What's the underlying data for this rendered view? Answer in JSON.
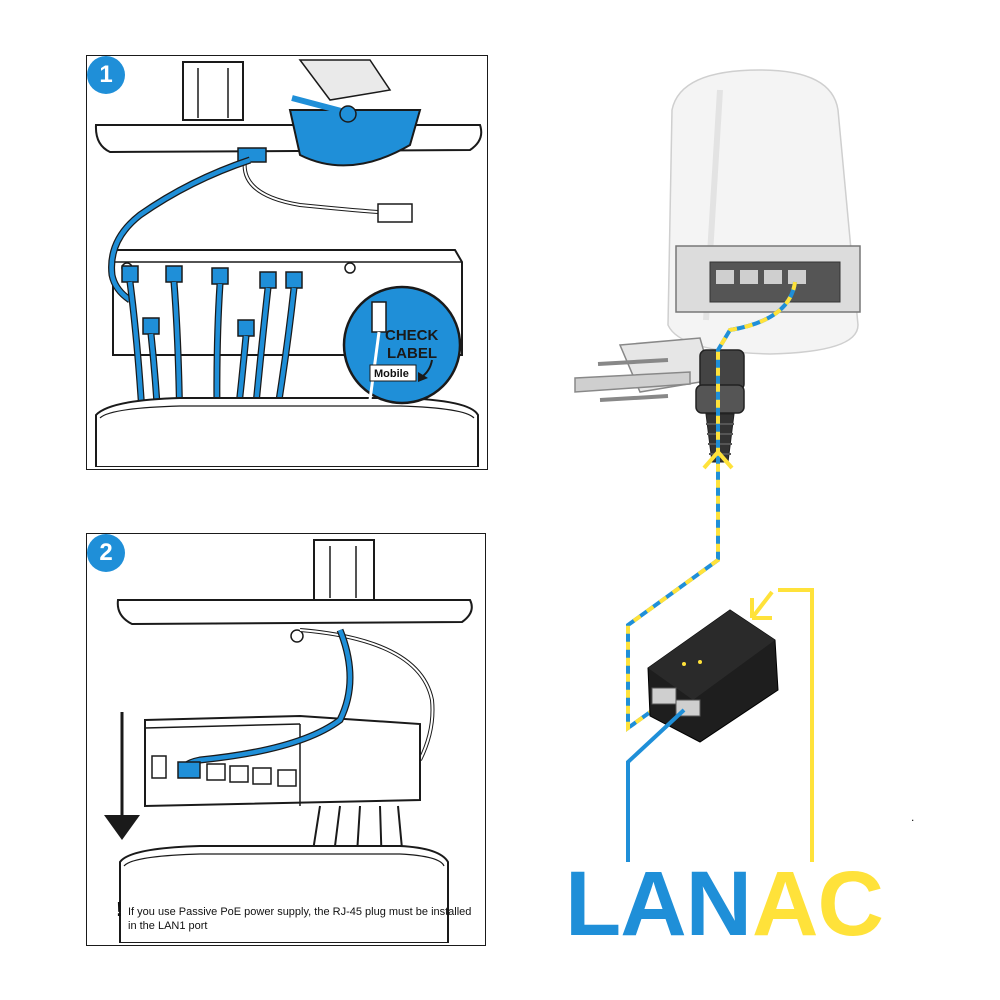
{
  "steps": [
    {
      "number": "1",
      "callout_line1": "CHECK",
      "callout_line2": "LABEL",
      "callout_tag": "Mobile"
    },
    {
      "number": "2",
      "note_mark": "!",
      "note_text": "If you use Passive PoE power supply, the RJ-45 plug must be installed in the LAN1 port"
    }
  ],
  "bottom_labels": {
    "lan": "LAN",
    "ac": "AC"
  },
  "stray_mark": ".",
  "colors": {
    "lan_blue": "#1f8fd8",
    "ac_yellow": "#ffe23a",
    "line_dark": "#1a1a1a"
  }
}
